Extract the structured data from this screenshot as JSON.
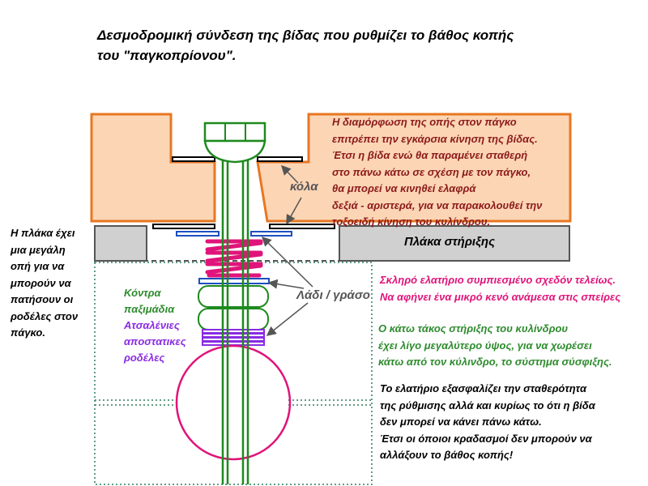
{
  "title": {
    "line1": "Δεσμοδρομική σύνδεση της βίδας που ρυθμίζει το βάθος κοπής",
    "line2": "του \"παγκοπρίονου\"."
  },
  "top_note": [
    "Η διαμόρφωση της οπής στον πάγκο",
    "επιτρέπει την εγκάρσια κίνηση της βίδας.",
    "Έτσι η βίδα ενώ θα παραμένει σταθερή",
    "στο πάνω κάτω σε σχέση με τον πάγκο,",
    "θα μπορεί να κινηθεί ελαφρά",
    "δεξιά - αριστερά, για να παρακολουθεί την",
    "τοξοειδή κίνηση του κυλίνδρου."
  ],
  "glue_label": "κόλα",
  "support_plate_label": "Πλάκα στήριξης",
  "left_note": [
    "Η πλάκα έχει",
    "μια μεγάλη",
    "οπή για να",
    "μπορούν να",
    "πατήσουν οι",
    "ροδέλες στον",
    "πάγκο."
  ],
  "lock_nuts_label": [
    "Κόντρα",
    "παξιμάδια"
  ],
  "washers_label": [
    "Ατσαλένιες",
    "αποστατικες",
    "ροδέλες"
  ],
  "oil_label": "Λάδι / γράσο",
  "spring_note": [
    "Σκληρό ελατήριο συμπιεσμένο σχεδόν τελείως.",
    "Να αφήνει ένα μικρό κενό ανάμεσα στις σπείρες"
  ],
  "base_note": [
    "Ο κάτω τάκος στήριξης του κυλίνδρου",
    "έχει λίγο μεγαλύτερο ύψος, για να χωρέσει",
    "κάτω από τον κύλινδρο, το σύστημα σύσφιξης."
  ],
  "bottom_note": [
    "Το ελατήριο εξασφαλίζει την σταθερότητα",
    "της ρύθμισης αλλά και κυρίως το ότι η βίδα",
    "δεν μπορεί να κάνει πάνω κάτω.",
    "Έτσι οι όποιοι κραδασμοί δεν μπορούν να",
    "αλλάξουν το βάθος κοπής!"
  ],
  "colors": {
    "bench_fill": "#fcd5b5",
    "bench_stroke": "#e87722",
    "plate_fill": "#d0d0d0",
    "screw": "#1e8a1e",
    "spring": "#e0147a",
    "washer": "#8a2be2",
    "blue_washer": "#1f4fbf",
    "cylinder": "#e0147a",
    "dotted": "#2e7d5b"
  }
}
